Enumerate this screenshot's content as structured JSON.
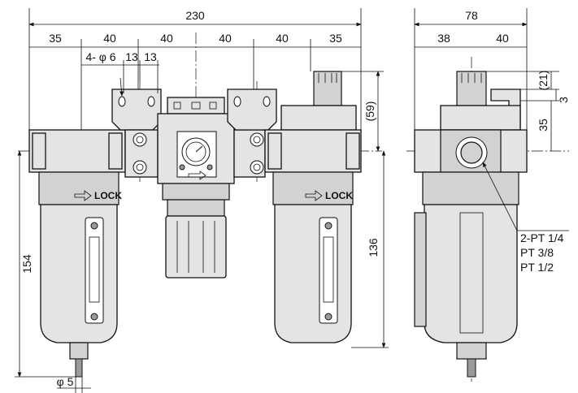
{
  "dimensions": {
    "overall_width": "230",
    "segment_1": "35",
    "segment_2": "40",
    "segment_3": "40",
    "segment_4": "40",
    "segment_5": "40",
    "segment_6": "35",
    "mount_holes": "4- φ 6",
    "hole_spacing_a": "13",
    "hole_spacing_b": "13",
    "top_height": "(59)",
    "total_height": "154",
    "bowl_height": "136",
    "drain": "φ 5",
    "side_width": "78",
    "side_seg_1": "38",
    "side_seg_2": "40",
    "side_top": "(21)",
    "side_plate": "3",
    "side_bracket": "35"
  },
  "labels": {
    "lock_left": "LOCK",
    "lock_right": "LOCK",
    "port_line_1": "2-PT 1/4",
    "port_line_2": "PT 3/8",
    "port_line_3": "PT 1/2"
  }
}
